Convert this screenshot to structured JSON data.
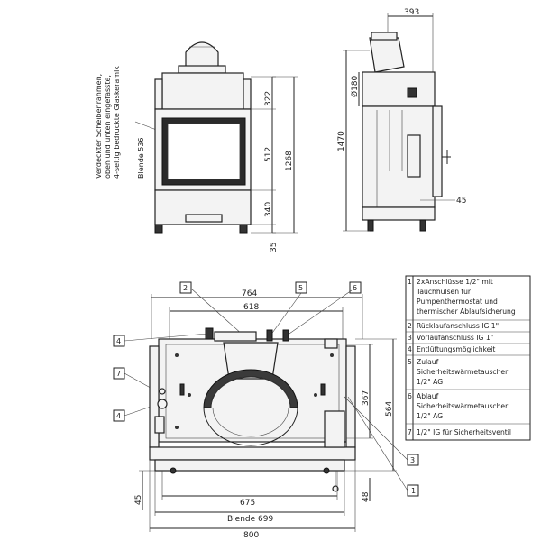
{
  "front_view": {
    "note_lines": [
      "Verdeckter Scheibenrahmen,",
      "oben und unten eingefasste,",
      "4-seitig bedruckte Glaskeramik"
    ],
    "blende_label": "Blende 536",
    "dims": {
      "top": "322",
      "window": "512",
      "bottom": "340",
      "total": "1268",
      "foot": "35"
    }
  },
  "side_view": {
    "dims": {
      "depth": "393",
      "flue": "Ø180",
      "height": "1470",
      "offset": "45"
    }
  },
  "top_view": {
    "dims": {
      "outer_top": "764",
      "inner_top": "618",
      "depth_inner": "367",
      "depth_total": "564",
      "left_offset": "45",
      "bottom_width": "675",
      "blende": "Blende 699",
      "total_width": "800",
      "right_offset": "48"
    },
    "callouts": [
      "2",
      "5",
      "6",
      "4",
      "7",
      "4",
      "3",
      "1"
    ]
  },
  "legend": [
    {
      "num": "1",
      "lines": [
        "2xAnschlüsse 1/2\" mit",
        "Tauchhülsen für",
        "Pumpenthermostat und",
        "thermischer Ablaufsicherung"
      ]
    },
    {
      "num": "2",
      "lines": [
        "Rücklaufanschluss IG 1\""
      ]
    },
    {
      "num": "3",
      "lines": [
        "Vorlaufanschluss IG 1\""
      ]
    },
    {
      "num": "4",
      "lines": [
        "Entlüftungsmöglichkeit"
      ]
    },
    {
      "num": "5",
      "lines": [
        "Zulauf",
        "Sicherheitswärmetauscher",
        "1/2\" AG"
      ]
    },
    {
      "num": "6",
      "lines": [
        "Ablauf",
        "Sicherheitswärmetauscher",
        "1/2\" AG"
      ]
    },
    {
      "num": "7",
      "lines": [
        "1/2\" IG für Sicherheitsventil"
      ]
    }
  ]
}
